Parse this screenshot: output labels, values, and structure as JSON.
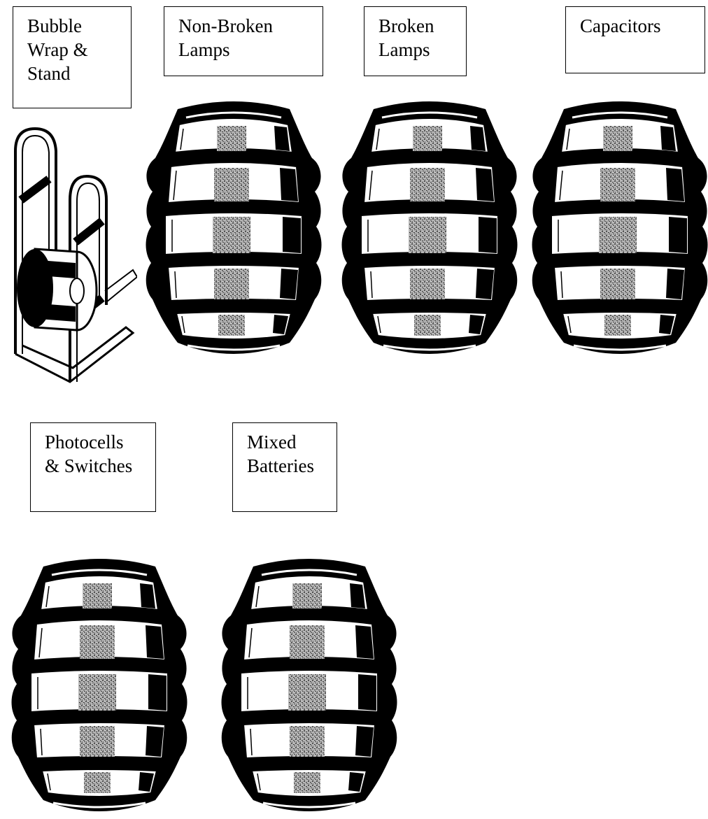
{
  "stations": [
    {
      "id": "bubble-wrap",
      "lines": [
        "Bubble",
        "Wrap &",
        "Stand"
      ],
      "icon": "bubble-wrap-stand-icon"
    },
    {
      "id": "non-broken-lamps",
      "lines": [
        "Non-Broken",
        "Lamps"
      ],
      "icon": "barrel-icon"
    },
    {
      "id": "broken-lamps",
      "lines": [
        "Broken",
        "Lamps"
      ],
      "icon": "barrel-icon"
    },
    {
      "id": "capacitors",
      "lines": [
        "Capacitors"
      ],
      "icon": "barrel-icon"
    },
    {
      "id": "photocells-switches",
      "lines": [
        "Photocells",
        "& Switches"
      ],
      "icon": "barrel-icon"
    },
    {
      "id": "mixed-batteries",
      "lines": [
        "Mixed",
        "Batteries"
      ],
      "icon": "barrel-icon"
    }
  ],
  "colors": {
    "ink": "#000000",
    "paper": "#ffffff",
    "stave_shade": "#7a7a7a"
  }
}
